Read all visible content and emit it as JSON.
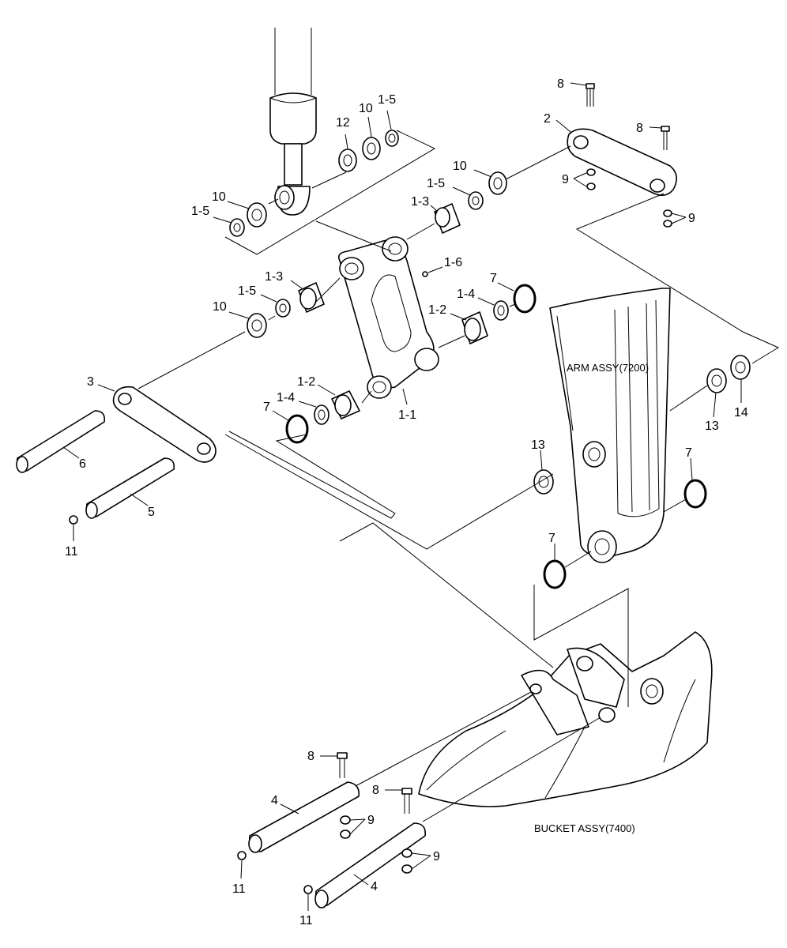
{
  "assemblies": {
    "arm": "ARM ASSY(7200)",
    "bucket": "BUCKET ASSY(7400)"
  },
  "callouts": [
    {
      "id": "c8a",
      "text": "8"
    },
    {
      "id": "c2",
      "text": "2"
    },
    {
      "id": "c8b",
      "text": "8"
    },
    {
      "id": "c9a",
      "text": "9"
    },
    {
      "id": "c9b",
      "text": "9"
    },
    {
      "id": "c10a",
      "text": "10"
    },
    {
      "id": "c12",
      "text": "12"
    },
    {
      "id": "c10b",
      "text": "10"
    },
    {
      "id": "c1_5a",
      "text": "1-5"
    },
    {
      "id": "c10c",
      "text": "10"
    },
    {
      "id": "c1_5b",
      "text": "1-5"
    },
    {
      "id": "c1_5c",
      "text": "1-5"
    },
    {
      "id": "c1_3a",
      "text": "1-3"
    },
    {
      "id": "c1_6",
      "text": "1-6"
    },
    {
      "id": "c1_3b",
      "text": "1-3"
    },
    {
      "id": "c7a",
      "text": "7"
    },
    {
      "id": "c1_5d",
      "text": "1-5"
    },
    {
      "id": "c1_4a",
      "text": "1-4"
    },
    {
      "id": "c10d",
      "text": "10"
    },
    {
      "id": "c1_2a",
      "text": "1-2"
    },
    {
      "id": "c3",
      "text": "3"
    },
    {
      "id": "c1_2b",
      "text": "1-2"
    },
    {
      "id": "c1_4b",
      "text": "1-4"
    },
    {
      "id": "c7b",
      "text": "7"
    },
    {
      "id": "c1_1",
      "text": "1-1"
    },
    {
      "id": "c6",
      "text": "6"
    },
    {
      "id": "c13a",
      "text": "13"
    },
    {
      "id": "c14",
      "text": "14"
    },
    {
      "id": "c13b",
      "text": "13"
    },
    {
      "id": "c7c",
      "text": "7"
    },
    {
      "id": "c5",
      "text": "5"
    },
    {
      "id": "c11a",
      "text": "11"
    },
    {
      "id": "c7d",
      "text": "7"
    },
    {
      "id": "c8c",
      "text": "8"
    },
    {
      "id": "c8d",
      "text": "8"
    },
    {
      "id": "c4a",
      "text": "4"
    },
    {
      "id": "c9c",
      "text": "9"
    },
    {
      "id": "c11b",
      "text": "11"
    },
    {
      "id": "c9d",
      "text": "9"
    },
    {
      "id": "c4b",
      "text": "4"
    },
    {
      "id": "c11c",
      "text": "11"
    }
  ]
}
